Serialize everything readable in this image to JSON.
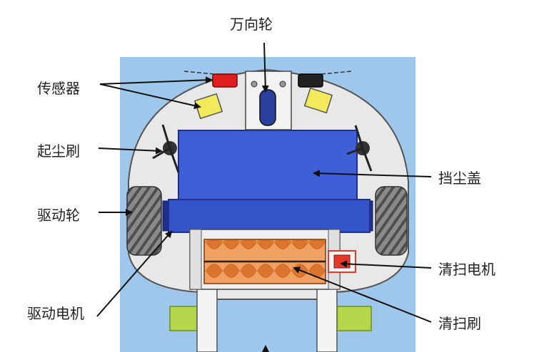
{
  "labels": {
    "caster_wheel": "万向轮",
    "sensor": "传感器",
    "side_brush": "起尘刷",
    "dust_cover": "挡尘盖",
    "drive_wheel": "驱动轮",
    "cleaning_motor": "清扫电机",
    "drive_motor": "驱动电机",
    "cleaning_brush": "清扫刷"
  },
  "colors": {
    "background_panel": "#9fc7ec",
    "body_shell": "#e8e8e8",
    "body_outline": "#555555",
    "dust_cover": "#3f5fd6",
    "dust_cover_dark": "#2a3f9e",
    "sensor_red": "#e02020",
    "sensor_black": "#222222",
    "sensor_yellow": "#f2ea5a",
    "brush_orange": "#e8823a",
    "tread_gray": "#6f6f6f",
    "mount_green": "#b5d64a",
    "motor_red": "#e23a2a",
    "arrow": "#111111"
  }
}
